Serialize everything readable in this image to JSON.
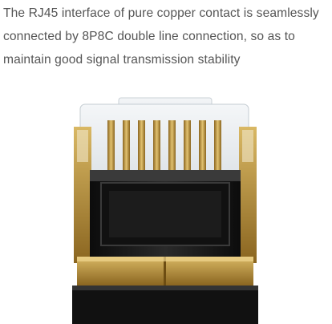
{
  "caption": {
    "line1": "The RJ45 interface of pure copper contact is seamlessly",
    "line2": "connected by 8P8C double line connection, so as to",
    "line3": "maintain good signal transmission stability"
  },
  "photo": {
    "subject": "rj45-connector-icon",
    "contacts": 8,
    "colors": {
      "gold": "#c9a24a",
      "dark_gold": "#7a5a18",
      "body": "#1a1a1a",
      "clear_plastic": "#e8ecef"
    }
  }
}
